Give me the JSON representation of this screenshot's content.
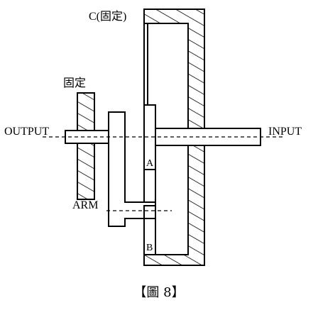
{
  "labels": {
    "fixed_top": "C(固定)",
    "fixed_left": "固定",
    "output": "OUTPUT",
    "input": "INPUT",
    "arm": "ARM",
    "gear_a": "A",
    "gear_b": "B"
  },
  "caption": "【圖 8】"
}
